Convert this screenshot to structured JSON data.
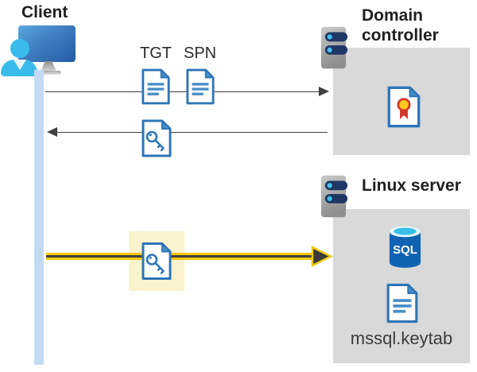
{
  "client": {
    "label": "Client"
  },
  "messages": {
    "tgt": "TGT",
    "spn": "SPN"
  },
  "domain_controller": {
    "label": "Domain controller"
  },
  "linux_server": {
    "label": "Linux server",
    "sql": "SQL",
    "keytab": "mssql.keytab"
  },
  "colors": {
    "doc_blue": "#2e75b6",
    "doc_fill_blue": "#4a8ec9",
    "accent_yellow": "#f2c811",
    "highlight_cream": "#faf3cd",
    "zone_gray": "#d9d9d9",
    "lifeline_blue": "#c3daf4",
    "arrow_gray": "#3f3f3f",
    "server_navy": "#1e3765",
    "server_dot_cyan": "#45c0e9",
    "person_cyan": "#3abcea",
    "sql_body_blue": "#1063b2",
    "sql_top_cyan": "#38bee8",
    "cert_red": "#d2372a",
    "cert_gold": "#ffc81e"
  }
}
